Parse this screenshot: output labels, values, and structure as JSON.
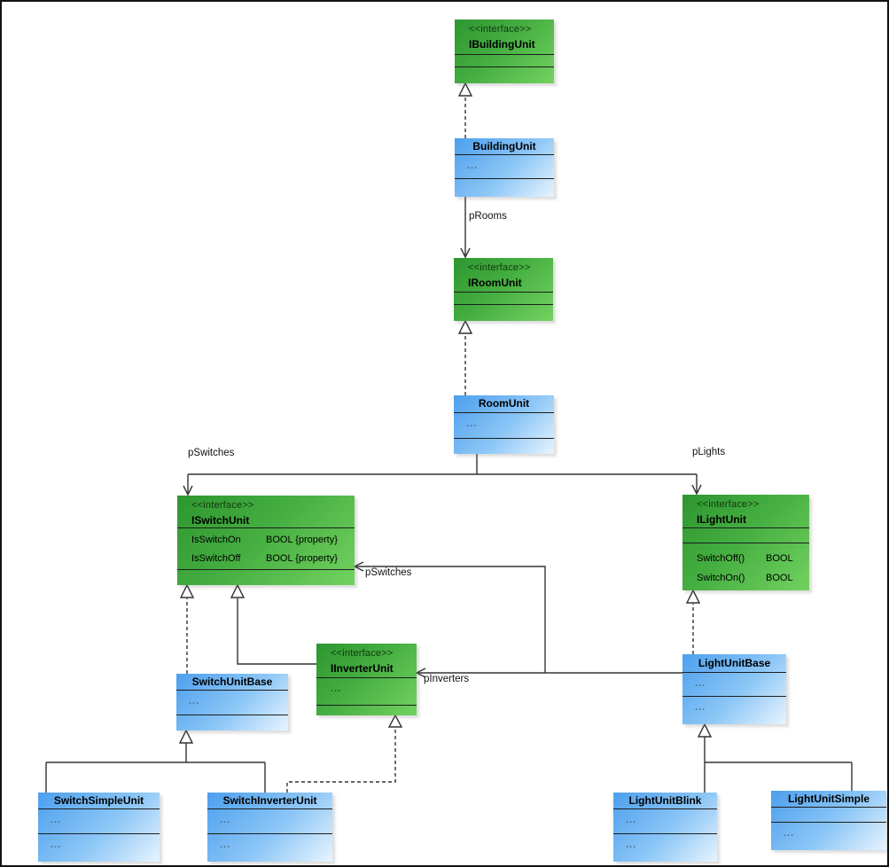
{
  "diagram_type": "uml-class-diagram",
  "colors": {
    "interface_fill_start": "#2e9630",
    "interface_fill_end": "#72d25f",
    "class_fill_start": "#4c9fee",
    "class_fill_end": "#e8f4fe",
    "line_color": "#333333",
    "canvas_border": "#111111",
    "background": "#ffffff"
  },
  "classes": {
    "ibuildingunit": {
      "stereotype": "<<interface>>",
      "name": "IBuildingUnit"
    },
    "buildingunit": {
      "name": "BuildingUnit",
      "row1": "..."
    },
    "iroomunit": {
      "stereotype": "<<interface>>",
      "name": "IRoomUnit"
    },
    "roomunit": {
      "name": "RoomUnit",
      "row1": "..."
    },
    "iswitchunit": {
      "stereotype": "<<interface>>",
      "name": "ISwitchUnit",
      "attrs": [
        {
          "name": "IsSwitchOn",
          "type": "BOOL {property}"
        },
        {
          "name": "IsSwitchOff",
          "type": "BOOL {property}"
        }
      ]
    },
    "ilightunit": {
      "stereotype": "<<interface>>",
      "name": "ILightUnit",
      "ops": [
        {
          "name": "SwitchOff()",
          "type": "BOOL"
        },
        {
          "name": "SwitchOn()",
          "type": "BOOL"
        }
      ]
    },
    "iinverterunit": {
      "stereotype": "<<interface>>",
      "name": "IInverterUnit",
      "row1": "..."
    },
    "switchunitbase": {
      "name": "SwitchUnitBase",
      "row1": "..."
    },
    "lightunitbase": {
      "name": "LightUnitBase",
      "row1": "...",
      "row2": "..."
    },
    "switchsimpleunit": {
      "name": "SwitchSimpleUnit",
      "row1": "...",
      "row2": "..."
    },
    "switchinverterunit": {
      "name": "SwitchInverterUnit",
      "row1": "...",
      "row2": "..."
    },
    "lightunitblink": {
      "name": "LightUnitBlink",
      "row1": "...",
      "row2": "..."
    },
    "lightunitsimple": {
      "name": "LightUnitSimple",
      "row2": "..."
    }
  },
  "edge_labels": {
    "prooms": "pRooms",
    "pswitches_top": "pSwitches",
    "plights": "pLights",
    "pswitches_assoc": "pSwitches",
    "pinverters": "pInverters"
  }
}
